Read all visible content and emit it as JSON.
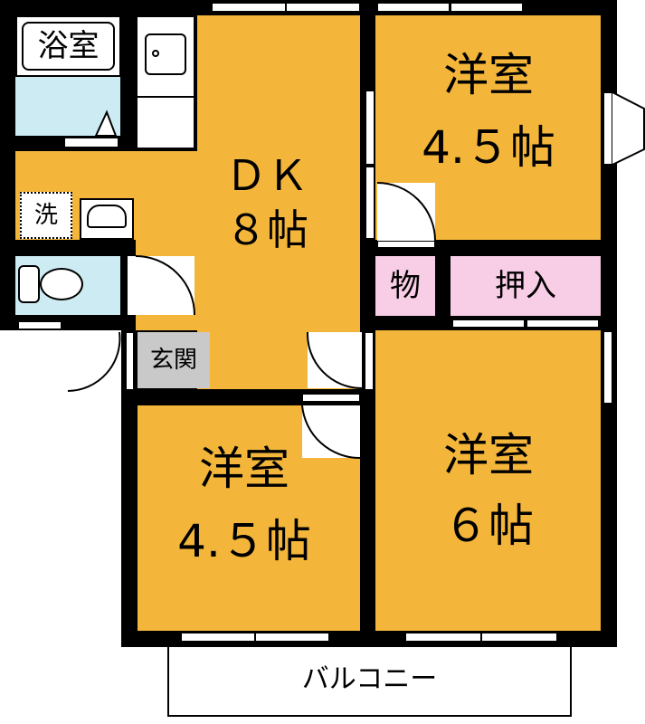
{
  "rooms": {
    "bath": "浴室",
    "dk_name": "ＤＫ",
    "dk_size": "８帖",
    "western_ne_name": "洋室",
    "western_ne_size": "4.５帖",
    "storage_small": "物",
    "closet": "押入",
    "western_se_name": "洋室",
    "western_se_size": "６帖",
    "western_sw_name": "洋室",
    "western_sw_size": "4.５帖",
    "entrance": "玄関",
    "washer": "洗",
    "balcony": "バルコニー"
  },
  "colors": {
    "room": "#F4B63A",
    "wet": "#CDEBF2",
    "storage": "#F8CDE6",
    "entrance": "#C9C9C9"
  }
}
